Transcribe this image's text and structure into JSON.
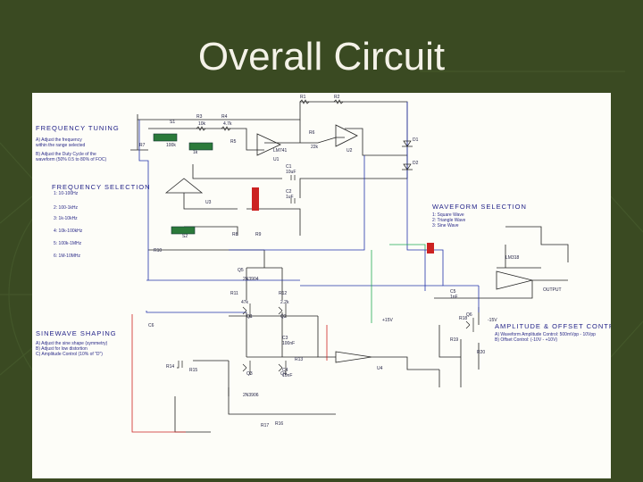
{
  "slide": {
    "title": "Overall Circuit",
    "colors": {
      "background": "#3a4a22",
      "title": "#f4f2e8",
      "schematic_bg": "#fdfdf8"
    }
  },
  "sections": {
    "frequency_tuning": {
      "heading": "FREQUENCY TUNING",
      "notes": [
        "A) Adjust the frequency",
        "within the range selected",
        "B) Adjust the Duty Cycle of the",
        "waveform (50% 0.5 to 80% of FOC)"
      ]
    },
    "frequency_selection": {
      "heading": "FREQUENCY SELECTION",
      "ranges": [
        "1: 10-100Hz",
        "2: 100-1kHz",
        "3: 1k-10kHz",
        "4: 10k-100kHz",
        "5: 100k-1MHz",
        "6: 1M-10MHz"
      ]
    },
    "waveform_selection": {
      "heading": "WAVEFORM SELECTION",
      "options": [
        "1: Square Wave",
        "2: Triangle Wave",
        "3: Sine Wave"
      ]
    },
    "sinewave_shaping": {
      "heading": "SINEWAVE SHAPING",
      "notes": [
        "A) Adjust the sine shape (symmetry)",
        "B) Adjust for low distortion",
        "C) Amplitude Control (10% of \"D\")"
      ]
    },
    "amplitude_offset": {
      "heading": "AMPLITUDE & OFFSET CONTROL",
      "notes": [
        "A) Waveform Amplitude Control: 500mVpp - 10Vpp",
        "B) Offset Control: (-10V - +10V)"
      ]
    },
    "output_label": "OUTPUT"
  },
  "components": {
    "resistors": [
      "R1",
      "R2",
      "R3",
      "R4",
      "R5",
      "R6",
      "R7",
      "R8",
      "R9",
      "R10",
      "R11",
      "R12",
      "R13",
      "R14",
      "R15",
      "R16",
      "R17",
      "R18",
      "R19",
      "R20"
    ],
    "capacitors": [
      "C1",
      "C2",
      "C3",
      "C4",
      "C5",
      "C6"
    ],
    "opamps": [
      "U1",
      "U2",
      "U3",
      "U4"
    ],
    "transistors": [
      "Q1",
      "Q2",
      "Q3",
      "Q4",
      "Q5",
      "Q6"
    ],
    "diodes": [
      "D1",
      "D2"
    ],
    "switches": [
      "S1",
      "S2"
    ],
    "part_numbers": [
      "LM741",
      "2N3904",
      "2N3906",
      "LM318"
    ],
    "values": [
      "10k",
      "4.7k",
      "100k",
      "1k",
      "22k",
      "47k",
      "2.2k",
      "10uF",
      "1uF",
      "100nF",
      "10nF",
      "1nF",
      "+15V",
      "-15V"
    ]
  }
}
